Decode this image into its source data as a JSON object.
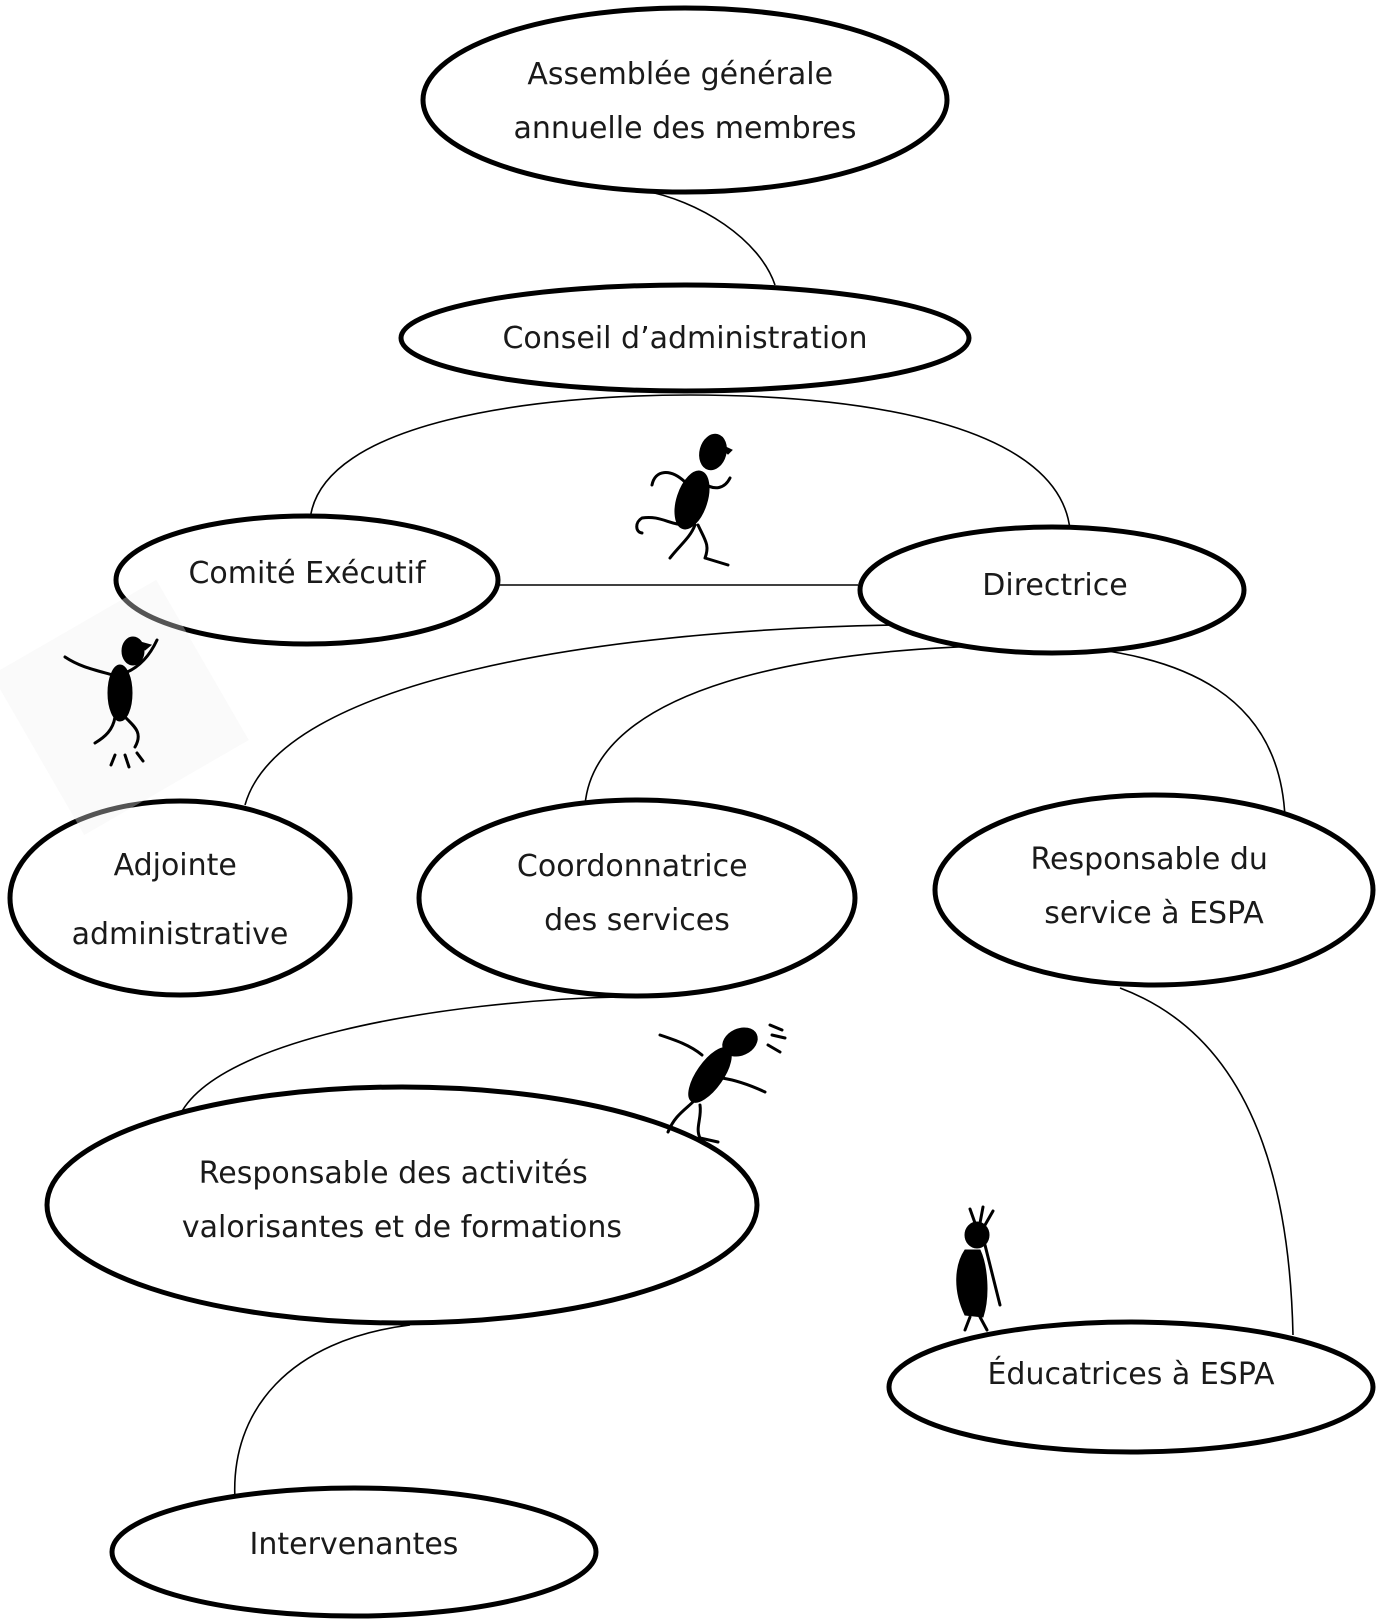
{
  "diagram": {
    "nodes": {
      "assemblee": {
        "lines": [
          "Assemblée générale",
          "annuelle des membres"
        ]
      },
      "conseil": {
        "lines": [
          "Conseil d’administration"
        ]
      },
      "comite": {
        "lines": [
          "Comité Exécutif"
        ]
      },
      "directrice": {
        "lines": [
          "Directrice"
        ]
      },
      "adjointe": {
        "lines": [
          "Adjointe",
          "administrative"
        ]
      },
      "coordonnatrice": {
        "lines": [
          "Coordonnatrice",
          "des services"
        ]
      },
      "responsable_espa": {
        "lines": [
          "Responsable du",
          "service à ESPA"
        ]
      },
      "responsable_activites": {
        "lines": [
          "Responsable des  activités",
          "valorisantes et de formations"
        ]
      },
      "educatrices": {
        "lines": [
          "Éducatrices à ESPA"
        ]
      },
      "intervenantes": {
        "lines": [
          "Intervenantes"
        ]
      }
    },
    "connections": [
      [
        "assemblee",
        "conseil"
      ],
      [
        "conseil",
        "comite"
      ],
      [
        "conseil",
        "directrice"
      ],
      [
        "comite",
        "directrice"
      ],
      [
        "directrice",
        "adjointe"
      ],
      [
        "directrice",
        "coordonnatrice"
      ],
      [
        "directrice",
        "responsable_espa"
      ],
      [
        "coordonnatrice",
        "responsable_activites"
      ],
      [
        "responsable_espa",
        "educatrices"
      ],
      [
        "responsable_activites",
        "intervenantes"
      ]
    ],
    "figures": [
      {
        "name": "running-figure-icon"
      },
      {
        "name": "jumping-figure-icon"
      },
      {
        "name": "leaning-figure-icon"
      },
      {
        "name": "flute-player-figure-icon"
      }
    ],
    "colors": {
      "stroke": "#000000",
      "fill": "#ffffff",
      "text": "#1a1a1a"
    }
  }
}
